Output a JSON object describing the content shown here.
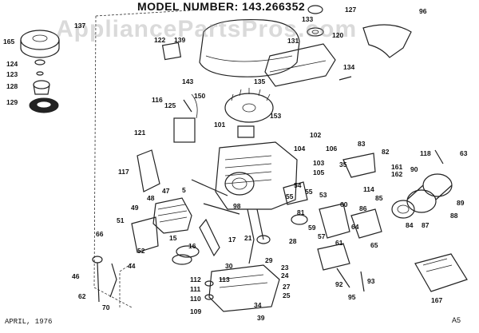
{
  "header": {
    "model_number": "MODEL NUMBER: 143.266352",
    "watermark": "AppliancePartsPros.com"
  },
  "footer": {
    "date": "APRIL, 1976",
    "code": "A5"
  },
  "labels": {
    "l127": "127",
    "l96": "96",
    "l137": "137",
    "l165": "165",
    "l124": "124",
    "l123": "123",
    "l128": "128",
    "l129": "129",
    "l122": "122",
    "l139": "139",
    "l143": "143",
    "l131": "131",
    "l133": "133",
    "l120": "120",
    "l134": "134",
    "l135": "135",
    "l150": "150",
    "l116": "116",
    "l125": "125",
    "l101": "101",
    "l153": "153",
    "l121": "121",
    "l117": "117",
    "l104": "104",
    "l102": "102",
    "l106": "106",
    "l83": "83",
    "l82": "82",
    "l118": "118",
    "l63": "63",
    "l90": "90",
    "l161": "161",
    "l162": "162",
    "l89": "89",
    "l114": "114",
    "l5": "5",
    "l47": "47",
    "l48": "48",
    "l49": "49",
    "l51": "51",
    "l66": "66",
    "l52": "52",
    "l46": "46",
    "l44": "44",
    "l62": "62",
    "l70": "70",
    "l112": "112",
    "l113": "113",
    "l111": "111",
    "l110": "110",
    "l109": "109",
    "l30": "30",
    "l29": "29",
    "l23": "23",
    "l24": "24",
    "l27": "27",
    "l25": "25",
    "l34": "34",
    "l39": "39",
    "l28": "28",
    "l57": "57",
    "l59": "59",
    "l60": "60",
    "l61": "61",
    "l64": "64",
    "l65": "65",
    "l84": "84",
    "l87": "87",
    "l88": "88",
    "l92": "92",
    "l95": "95",
    "l93": "93",
    "l167": "167",
    "l17": "17",
    "l16": "16",
    "l15": "15",
    "l98": "98",
    "l81": "81",
    "l21": "21",
    "l105": "105",
    "l103": "103",
    "l35": "35",
    "l54": "54",
    "l55": "55",
    "l53": "53",
    "l55b": "55",
    "l86": "86",
    "l85": "85"
  }
}
